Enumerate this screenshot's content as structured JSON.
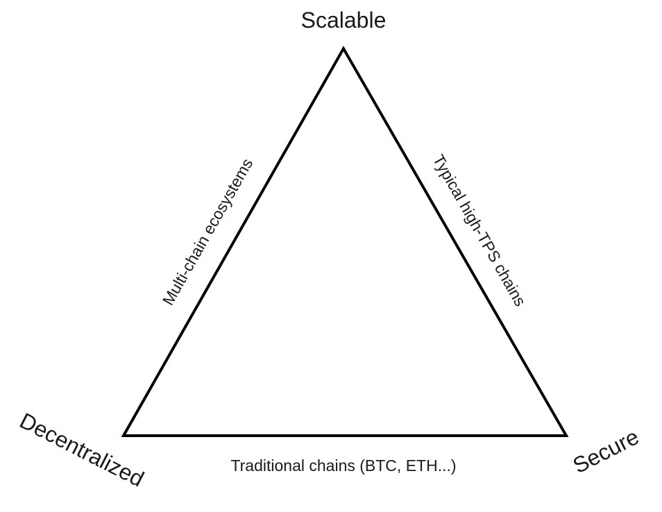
{
  "diagram": {
    "vertices": {
      "top": "Scalable",
      "bottom_left": "Decentralized",
      "bottom_right": "Secure"
    },
    "edges": {
      "left": "Multi-chain ecosystems",
      "right": "Typical high-TPS chains",
      "bottom": "Traditional chains (BTC, ETH...)"
    },
    "colors": {
      "line": "#000000",
      "text": "#1a1a1a",
      "background": "#ffffff"
    }
  }
}
